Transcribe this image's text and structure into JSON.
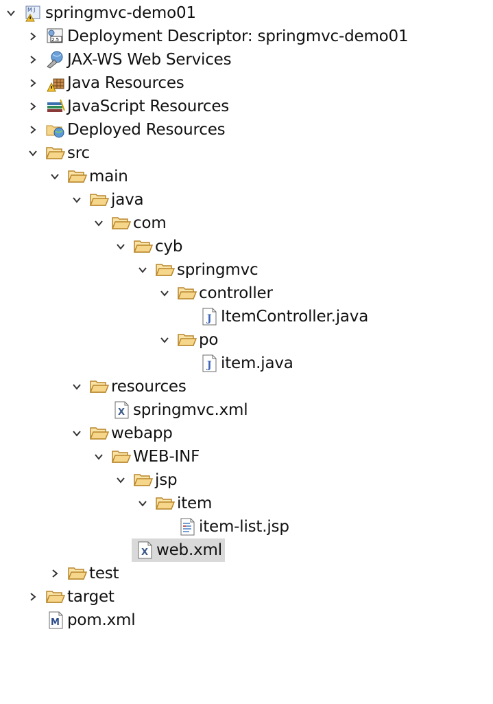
{
  "tree": {
    "root": {
      "label": "springmvc-demo01",
      "icon": "maven-project-icon",
      "state": "expanded"
    },
    "items": [
      {
        "label": "Deployment Descriptor: springmvc-demo01",
        "icon": "deployment-descriptor-icon",
        "state": "collapsed"
      },
      {
        "label": "JAX-WS Web Services",
        "icon": "web-services-icon",
        "state": "collapsed"
      },
      {
        "label": "Java Resources",
        "icon": "java-resources-icon",
        "state": "collapsed"
      },
      {
        "label": "JavaScript Resources",
        "icon": "javascript-resources-icon",
        "state": "collapsed"
      },
      {
        "label": "Deployed Resources",
        "icon": "deployed-resources-icon",
        "state": "collapsed"
      },
      {
        "label": "src",
        "icon": "folder-icon",
        "state": "expanded"
      },
      {
        "label": "main",
        "icon": "folder-icon",
        "state": "expanded"
      },
      {
        "label": "java",
        "icon": "folder-icon",
        "state": "expanded"
      },
      {
        "label": "com",
        "icon": "folder-icon",
        "state": "expanded"
      },
      {
        "label": "cyb",
        "icon": "folder-icon",
        "state": "expanded"
      },
      {
        "label": "springmvc",
        "icon": "folder-icon",
        "state": "expanded"
      },
      {
        "label": "controller",
        "icon": "folder-icon",
        "state": "expanded"
      },
      {
        "label": "ItemController.java",
        "icon": "java-file-icon",
        "state": "leaf"
      },
      {
        "label": "po",
        "icon": "folder-icon",
        "state": "expanded"
      },
      {
        "label": "item.java",
        "icon": "java-file-icon",
        "state": "leaf"
      },
      {
        "label": "resources",
        "icon": "folder-icon",
        "state": "expanded"
      },
      {
        "label": "springmvc.xml",
        "icon": "xml-file-icon",
        "state": "leaf"
      },
      {
        "label": "webapp",
        "icon": "folder-icon",
        "state": "expanded"
      },
      {
        "label": "WEB-INF",
        "icon": "folder-icon",
        "state": "expanded"
      },
      {
        "label": "jsp",
        "icon": "folder-icon",
        "state": "expanded"
      },
      {
        "label": "item",
        "icon": "folder-icon",
        "state": "expanded"
      },
      {
        "label": "item-list.jsp",
        "icon": "jsp-file-icon",
        "state": "leaf"
      },
      {
        "label": "web.xml",
        "icon": "xml-file-icon",
        "state": "leaf",
        "selected": true
      },
      {
        "label": "test",
        "icon": "folder-icon",
        "state": "collapsed"
      },
      {
        "label": "target",
        "icon": "folder-icon",
        "state": "collapsed"
      },
      {
        "label": "pom.xml",
        "icon": "pom-file-icon",
        "state": "leaf"
      }
    ]
  },
  "colors": {
    "folder_fill": "#f6d68a",
    "folder_stroke": "#b8862b",
    "selection": "#d9d9d9",
    "text": "#111111",
    "chevron": "#333333"
  }
}
